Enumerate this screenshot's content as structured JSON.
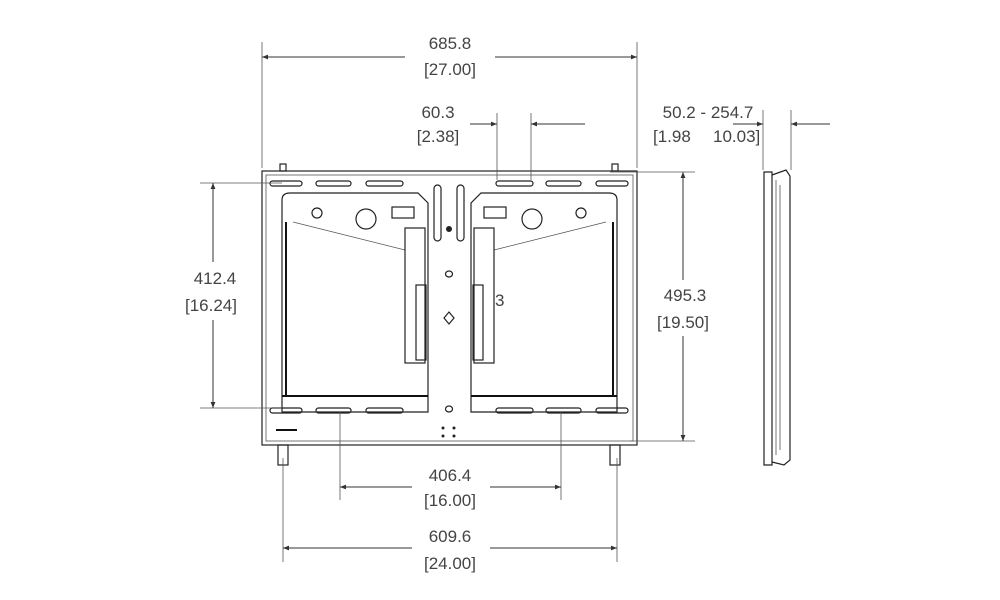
{
  "drawing": {
    "title": "Wall mount dimension drawing",
    "dimensions": {
      "overall_width": {
        "mm": "685.8",
        "in": "[27.00]"
      },
      "center_gap": {
        "mm": "60.3",
        "in": "[2.38]"
      },
      "depth_range": {
        "mm": "50.2 - 254.7",
        "in_min": "[1.98",
        "in_max": "10.03]"
      },
      "left_height": {
        "mm": "412.4",
        "in": "[16.24]"
      },
      "right_height": {
        "mm": "495.3",
        "in": "[19.50]"
      },
      "inner_hole_span": {
        "mm": "406.4",
        "in": "[16.00]"
      },
      "outer_hole_span": {
        "mm": "609.6",
        "in": "[24.00]"
      }
    },
    "stray_label": "3"
  }
}
